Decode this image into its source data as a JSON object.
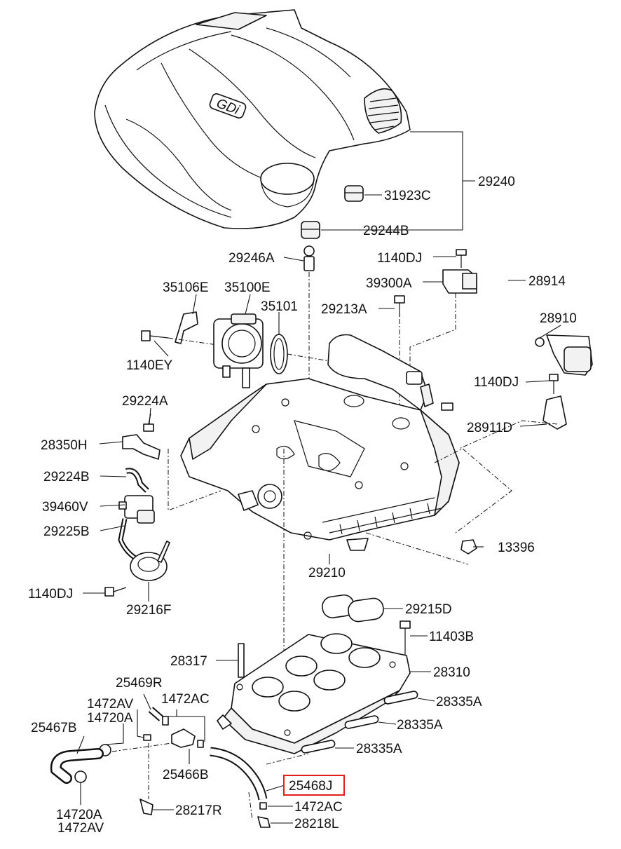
{
  "diagram": {
    "cover_badge": "GDi",
    "highlighted_part": "25468J",
    "colors": {
      "line": "#111111",
      "background": "#ffffff",
      "highlight": "#e0201b"
    },
    "labels": {
      "p29240": "29240",
      "p31923C": "31923C",
      "p29244B": "29244B",
      "p29246A": "29246A",
      "p1140DJ_top": "1140DJ",
      "p39300A": "39300A",
      "p28914": "28914",
      "p35106E": "35106E",
      "p35100E": "35100E",
      "p35101": "35101",
      "p29213A": "29213A",
      "p28910": "28910",
      "p1140EY": "1140EY",
      "p1140DJ_mid": "1140DJ",
      "p29224A": "29224A",
      "p28911D": "28911D",
      "p28350H": "28350H",
      "p29224B": "29224B",
      "p39460V": "39460V",
      "p29225B": "29225B",
      "p13396": "13396",
      "p29210": "29210",
      "p1140DJ_low": "1140DJ",
      "p29216F": "29216F",
      "p29215D": "29215D",
      "p11403B": "11403B",
      "p28317": "28317",
      "p28310": "28310",
      "p25469R": "25469R",
      "p1472AC_a": "1472AC",
      "p1472AV_a": "1472AV",
      "p14720A_a": "14720A",
      "p28335A_1": "28335A",
      "p25467B": "25467B",
      "p28335A_2": "28335A",
      "p28335A_3": "28335A",
      "p25466B": "25466B",
      "p25468J": "25468J",
      "p1472AC_b": "1472AC",
      "p28217R": "28217R",
      "p28218L": "28218L",
      "p14720A_b": "14720A",
      "p1472AV_b": "1472AV"
    }
  }
}
